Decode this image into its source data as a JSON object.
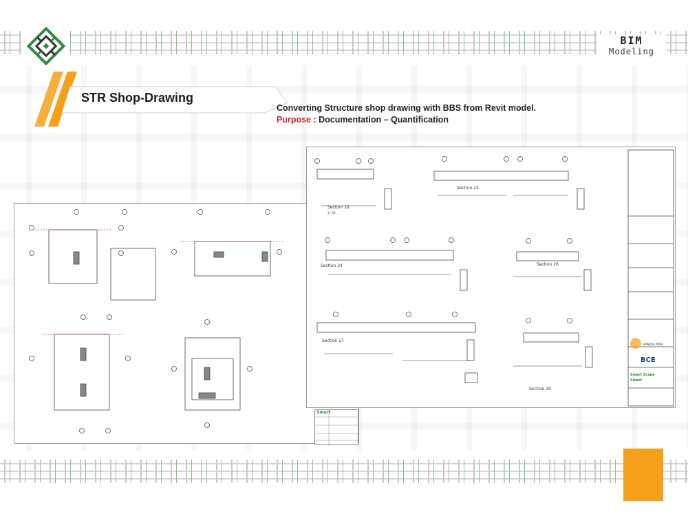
{
  "header": {
    "bim_title": "BIM",
    "bim_subtitle": "Modeling"
  },
  "slide": {
    "title": "STR Shop-Drawing",
    "description": "Converting Structure shop drawing with BBS from Revit model.",
    "purpose_label": "Purpose",
    "purpose_text": " : Documentation – Quantification"
  },
  "right_sheet": {
    "sections": [
      "Section 18",
      "Section 23",
      "Section 24",
      "Section 26",
      "Section 27",
      "Section 29"
    ],
    "scale": "1 : 50",
    "company": "Smart Scape",
    "company_sub": "Smart",
    "client_logo": "BCE",
    "bank_name": "BANQUE MISR"
  },
  "left_sheet": {
    "company": "Smart"
  },
  "colors": {
    "accent_orange": "#f6a01a",
    "accent_red": "#d2232a",
    "kufic_green": "#2d8a3e"
  }
}
